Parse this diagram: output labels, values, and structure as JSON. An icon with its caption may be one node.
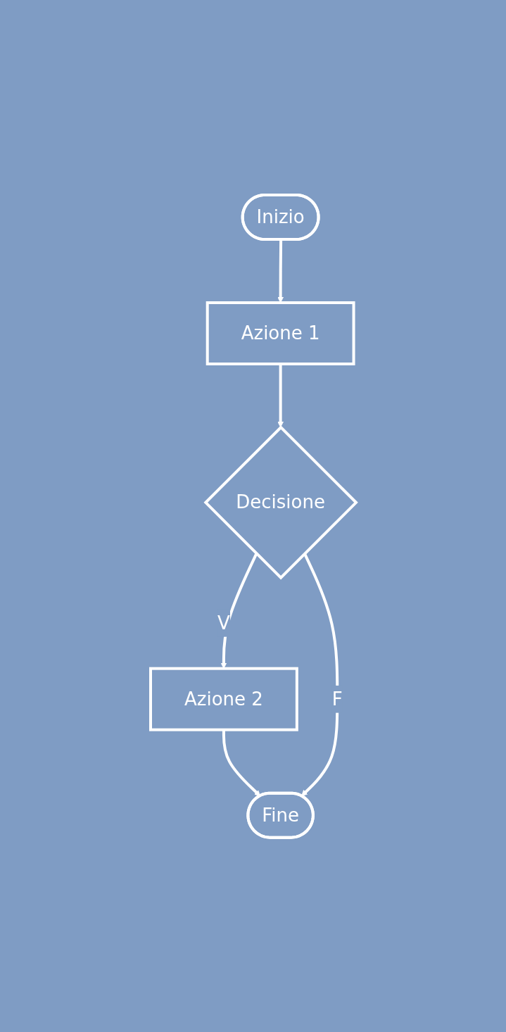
{
  "diagram": {
    "nodes": [
      {
        "text": [
          "Inizio"
        ]
      },
      {
        "text": [
          "Azione 1"
        ]
      },
      {
        "text": [
          "Decisione"
        ]
      },
      {
        "text": [
          "Azione 2"
        ]
      },
      {
        "text": [
          "Fine"
        ]
      }
    ],
    "edges": [
      {
        "from": 0,
        "to": 1,
        "arrow": "to"
      },
      {
        "from": 1,
        "to": 2,
        "arrow": "to"
      },
      {
        "from": 2,
        "to": 3,
        "arrow": "to",
        "label": "V"
      },
      {
        "from": 3,
        "to": 4,
        "arrow": "to"
      },
      {
        "from": 2,
        "to": 4,
        "arrow": "to",
        "label": "F"
      }
    ]
  }
}
